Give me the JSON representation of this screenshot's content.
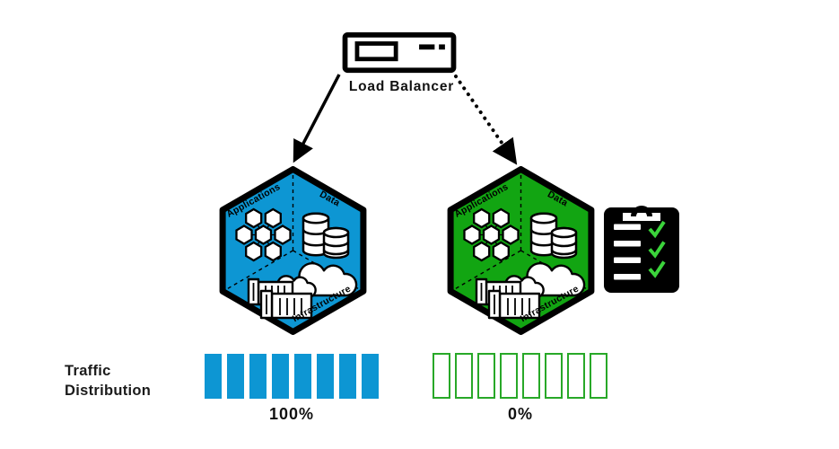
{
  "colors": {
    "blue": "#0d96d3",
    "green": "#12a512",
    "green_outline": "#28a828",
    "check": "#3bd33b"
  },
  "load_balancer": {
    "label": "Load Balancer"
  },
  "sections": {
    "applications": "Applications",
    "data": "Data",
    "infrastructure": "Infrastructure"
  },
  "traffic": {
    "label_line1": "Traffic",
    "label_line2": "Distribution",
    "segments": 8,
    "blue_percent": "100%",
    "green_percent": "0%"
  },
  "checklist": {
    "lines": 4,
    "checks": 3
  }
}
